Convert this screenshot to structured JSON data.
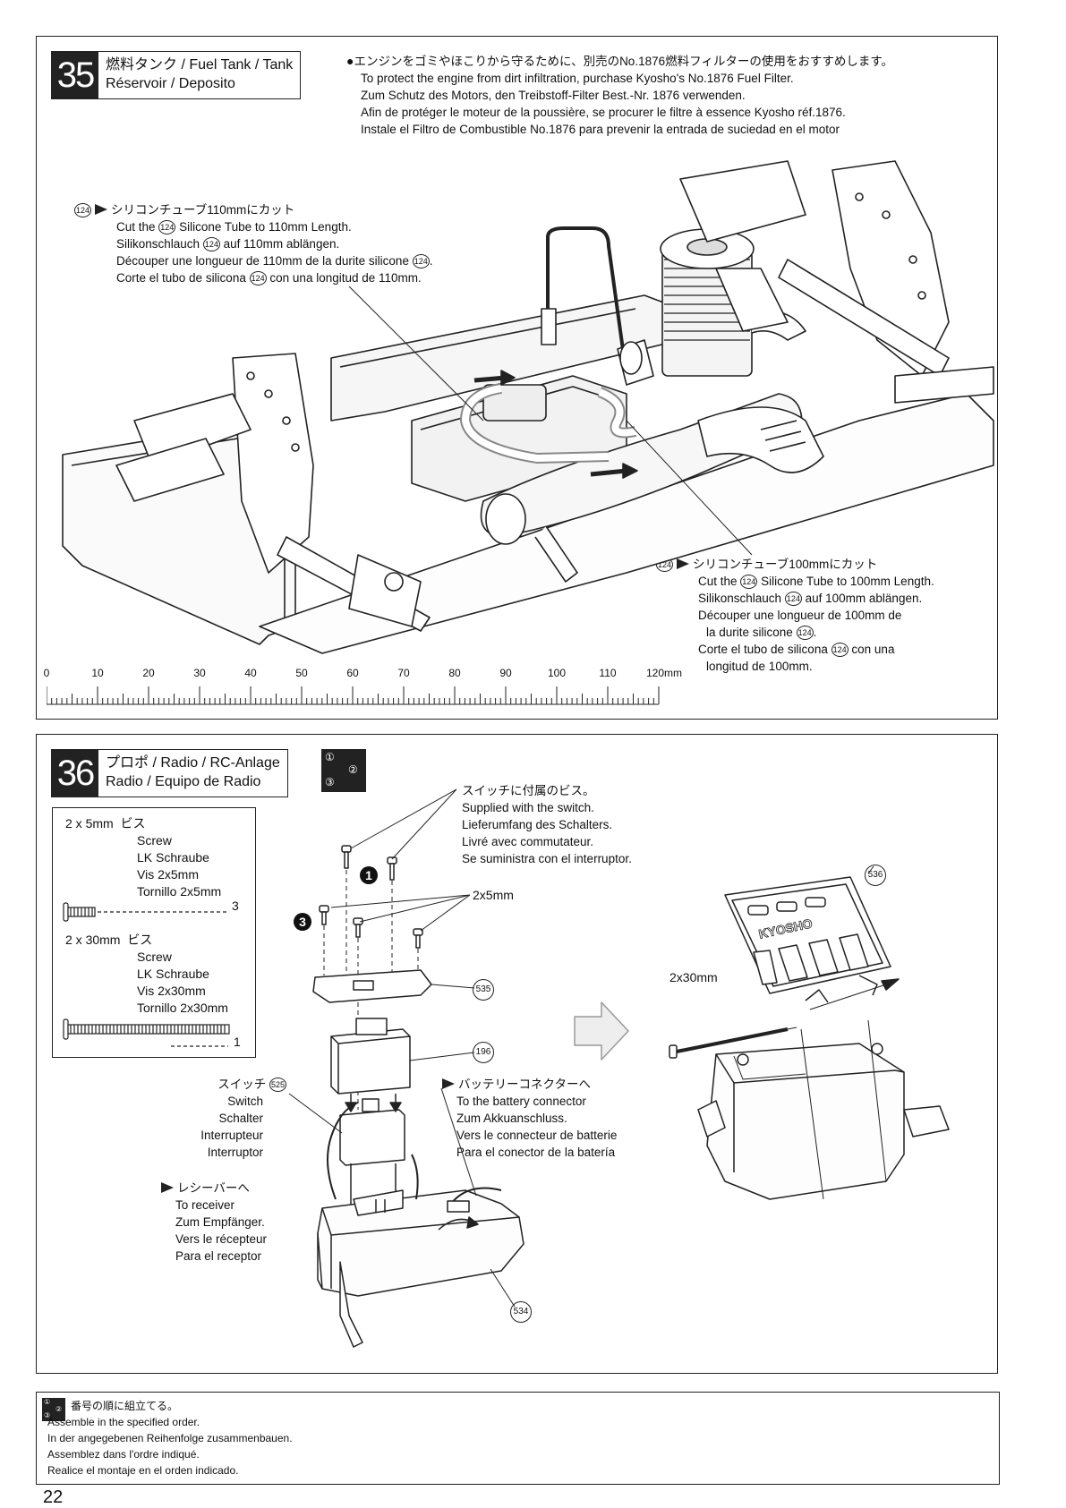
{
  "step35": {
    "number": "35",
    "title_line1": "燃料タンク / Fuel Tank / Tank",
    "title_line2": "Réservoir / Deposito",
    "note": [
      "エンジンをゴミやほこりから守るために、別売のNo.1876燃料フィルターの使用をおすすめします。",
      "To protect the engine from dirt infiltration, purchase Kyosho's No.1876 Fuel Filter.",
      "Zum Schutz des Motors, den Treibstoff-Filter Best.-Nr. 1876 verwenden.",
      "Afin de protéger le moteur de la poussière, se procurer le filtre à essence Kyosho réf.1876.",
      "Instale el Filtro de Combustible No.1876 para prevenir la entrada de suciedad en el motor"
    ],
    "part_no": "124",
    "tube110": {
      "jp": "シリコンチューブ110mmにカット",
      "en_a": "Cut the",
      "en_b": "Silicone Tube to 110mm Length.",
      "de_a": "Silikonschlauch",
      "de_b": "auf 110mm ablängen.",
      "fr_a": "Découper une longueur de 110mm de la durite silicone",
      "fr_b": ".",
      "es_a": "Corte el tubo de silicona",
      "es_b": "con una longitud de 110mm."
    },
    "tube100": {
      "jp": "シリコンチューブ100mmにカット",
      "en_a": "Cut the",
      "en_b": "Silicone Tube to 100mm Length.",
      "de_a": "Silikonschlauch",
      "de_b": "auf 100mm ablängen.",
      "fr_a": "Découper une longueur de 100mm de",
      "fr2_a": "la durite silicone",
      "fr2_b": ".",
      "es_a": "Corte el tubo de silicona",
      "es_b": "con una",
      "es2": "longitud de 100mm."
    },
    "ruler_labels": [
      "0",
      "10",
      "20",
      "30",
      "40",
      "50",
      "60",
      "70",
      "80",
      "90",
      "100",
      "110",
      "120mm"
    ]
  },
  "step36": {
    "number": "36",
    "title_line1": "プロポ / Radio / RC-Anlage",
    "title_line2": "Radio / Equipo de Radio",
    "order_icon": [
      "①",
      "②",
      "③"
    ],
    "parts": {
      "screw5": {
        "size": "2 x 5mm",
        "jp": "ビス",
        "en": "Screw",
        "de": "LK Schraube",
        "fr": "Vis 2x5mm",
        "es": "Tornillo 2x5mm",
        "qty": "3"
      },
      "screw30": {
        "size": "2 x 30mm",
        "jp": "ビス",
        "en": "Screw",
        "de": "LK Schraube",
        "fr": "Vis 2x30mm",
        "es": "Tornillo 2x30mm",
        "qty": "1"
      }
    },
    "supplied": [
      "スイッチに付属のビス。",
      "Supplied with the switch.",
      "Lieferumfang des Schalters.",
      "Livré avec commutateur.",
      "Se suministra con el interruptor."
    ],
    "label_2x5": "2x5mm",
    "label_2x30": "2x30mm",
    "switch_label": {
      "jp": "スイッチ",
      "part": "525",
      "en": "Switch",
      "de": "Schalter",
      "fr": "Interrupteur",
      "es": "Interruptor"
    },
    "battery": [
      "バッテリーコネクターへ",
      "To the battery connector",
      "Zum Akkuanschluss.",
      "Vers le connecteur de batterie",
      "Para el conector de la batería"
    ],
    "receiver": [
      "レシーバーへ",
      "To receiver",
      "Zum Empfänger.",
      "Vers le récepteur",
      "Para el receptor"
    ],
    "callouts": {
      "c536": "536",
      "c535": "535",
      "c196": "196",
      "c534": "534"
    },
    "badges": {
      "b1": "1",
      "b2": "2",
      "b3": "3"
    },
    "box_lid_text": "KYOSHO"
  },
  "footer": {
    "lines": [
      "番号の順に組立てる。",
      "Assemble in the specified order.",
      "In der angegebenen Reihenfolge zusammenbauen.",
      "Assemblez dans l'ordre indiqué.",
      "Realice el montaje en el orden indicado."
    ]
  },
  "page_number": "22"
}
